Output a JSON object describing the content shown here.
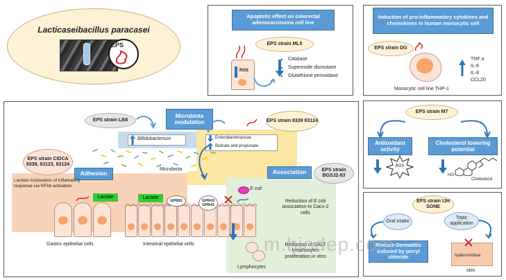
{
  "species": "Lacticaseibacillus paracasei",
  "eps_badge": "EPS",
  "apoptotic": {
    "title": "Apoptotic effect on colorectal adenocarcinoma cell line",
    "strain": "EPS strain ML5",
    "ros": "ROS",
    "items": [
      "Catalase",
      "Superoxide dismutase",
      "Glutathione peroxidase"
    ]
  },
  "proinflammatory": {
    "title": "Induction of pro-inflammatory cytokines and chemokines in human monocytic cell",
    "strain": "EPS strain DG",
    "cytokines": [
      "TNF α",
      "IL-6",
      "IL-8",
      "CCL20"
    ],
    "cell_line": "Monocytic cell line THP-1"
  },
  "m7": {
    "strain": "EPS strain M7",
    "antioxidant": "Antioxidant activity",
    "cholesterol_lowering": "Cholesterol lowering potential",
    "ros": "ROS",
    "cholesterol": "Cholesterol",
    "ho": "HO"
  },
  "sone": {
    "strain": "EPS strain IJH SONE",
    "oral": "Oral intake",
    "topic": "Topic application",
    "reduce": "Reduce Dermatitis induced by picryl chloride",
    "hyaluronidase": "hyaluronidase",
    "skin": "skin"
  },
  "main": {
    "lb8": "EPS strain LB8",
    "microbiota_modulation": "Microbiota modulation",
    "bifidobacterium": "Bifidobacterium",
    "strain_8339": "EPS strain 8339 83124",
    "enterobacteriaceae": "Enterobacteriaceae",
    "butirate": "Butirate and propionate",
    "microbiota": "Microbiota",
    "cidca": "EPS  strain CIDCA 8339, 83123, 83124",
    "adhesion": "Adhesion",
    "lactate_mod": "Lactate modulation of inflamatory response via NFkb activation",
    "lactate1": "Lactate",
    "lactate2": "Lactate",
    "gpr81": "GPR81",
    "gpr43": "GPR43 GPR41",
    "association": "Association",
    "bgsj": "EPS strain BGSJ2-83",
    "ecoli": "E coli",
    "reduction_ecoli": "Reduction of E.coli association to Caco-2 cells",
    "reduction_galt": "Reduction of GALT lymphocytes proliferation in vitro",
    "lymphocytes": "Lymphocytes",
    "gastric": "Gastric epithelial cells",
    "intestinal": "Intestinal epithelial cells"
  },
  "watermark": "m.biodep.com"
}
